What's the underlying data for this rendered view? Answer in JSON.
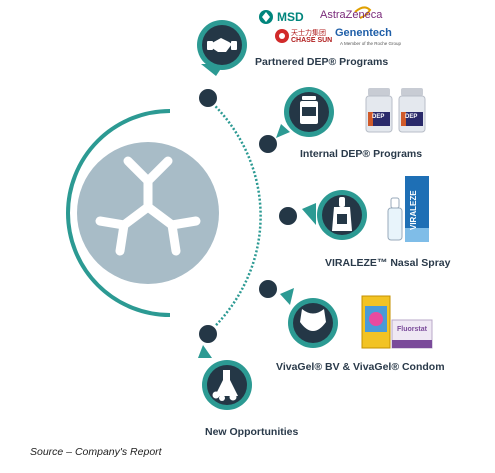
{
  "programs": [
    {
      "label": "Partnered DEP® Programs"
    },
    {
      "label": "Internal DEP® Programs"
    },
    {
      "label": "VIRALEZE™ Nasal Spray"
    },
    {
      "label": "VivaGel® BV & VivaGel® Condom"
    },
    {
      "label": "New Opportunities"
    }
  ],
  "partners": {
    "msd": "MSD",
    "astrazeneca": "AstraZeneca",
    "chase_sun_cn": "天士力集团",
    "chase_sun": "CHASE SUN",
    "genentech": "Genentech",
    "genentech_sub": "A Member of the Roche Group"
  },
  "products": {
    "vial_label": "DEP",
    "viraleze_box": "VIRALEZE",
    "fluorstat_box": "Fluorstat"
  },
  "caption": "Source – Company's Report",
  "colors": {
    "teal": "#2c9a93",
    "navy": "#243746",
    "hub": "#a8bcc7",
    "purple": "#7a4a9a"
  }
}
